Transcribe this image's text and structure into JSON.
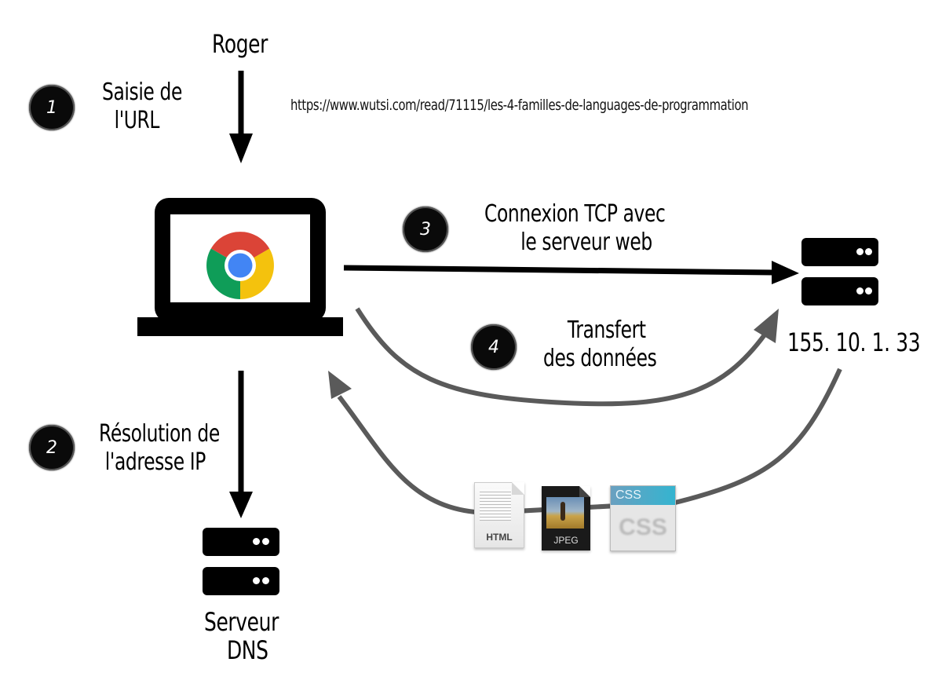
{
  "user": {
    "name": "Roger"
  },
  "url": "https://www.wutsi.com/read/71115/les-4-familles-de-languages-de-programmation",
  "steps": [
    {
      "number": "1",
      "label_line1": "Saisie de",
      "label_line2": "l'URL"
    },
    {
      "number": "2",
      "label_line1": "Résolution de",
      "label_line2": "l'adresse IP"
    },
    {
      "number": "3",
      "label_line1": "Connexion TCP avec",
      "label_line2": "le serveur web"
    },
    {
      "number": "4",
      "label_line1": "Transfert",
      "label_line2": "des données"
    }
  ],
  "web_server": {
    "ip": "155. 10. 1. 33"
  },
  "dns_server": {
    "label_line1": "Serveur",
    "label_line2": "DNS"
  },
  "files": [
    {
      "type": "HTML"
    },
    {
      "type": "JPEG"
    },
    {
      "type": "CSS",
      "watermark": "CSS"
    }
  ],
  "colors": {
    "arrow_primary": "#000000",
    "arrow_return": "#5a5a5a",
    "chrome_red": "#db4437",
    "chrome_yellow": "#f4c20d",
    "chrome_green": "#0f9d58",
    "chrome_blue": "#4285f4"
  }
}
